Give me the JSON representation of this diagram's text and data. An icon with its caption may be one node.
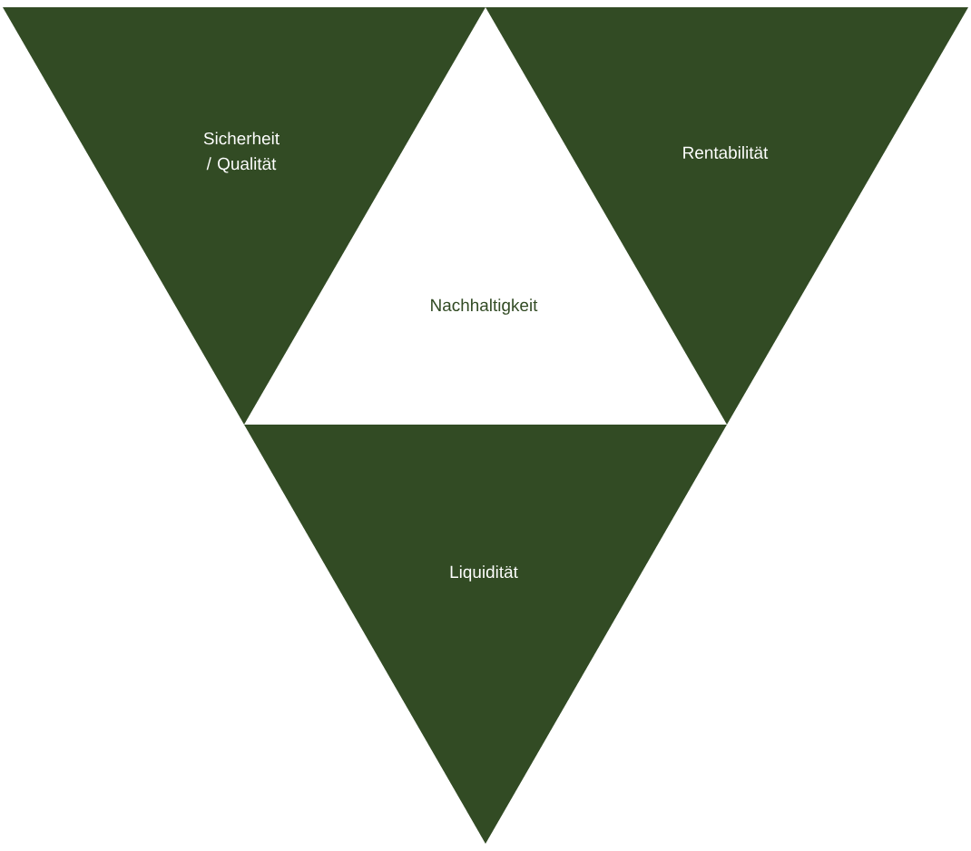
{
  "diagram": {
    "nodes": [
      {
        "text": [
          "Sicherheit / Qualität"
        ]
      },
      {
        "text": [
          "Nachhaltigkeit"
        ]
      },
      {
        "text": [
          "Rentabilität"
        ]
      },
      {
        "text": [
          "Liquidität"
        ]
      }
    ]
  }
}
